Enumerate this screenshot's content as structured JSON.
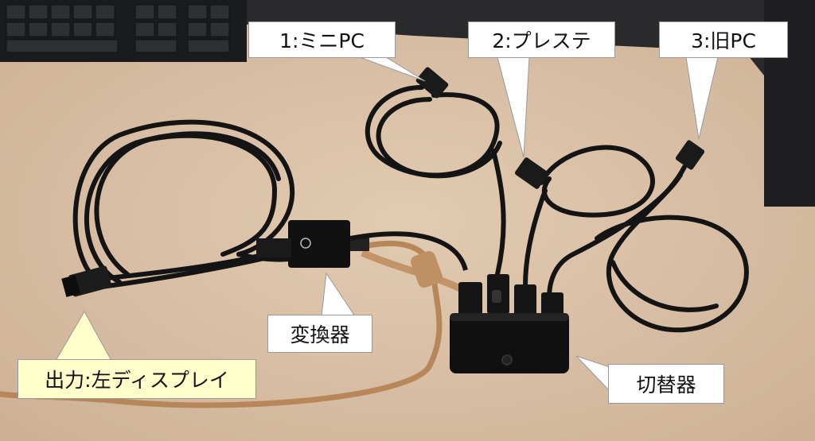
{
  "labels": {
    "mini_pc": "1:ミニPC",
    "playstation": "2:プレステ",
    "old_pc": "3:旧PC",
    "converter": "変換器",
    "switcher": "切替器",
    "output": "出力:左ディスプレイ"
  },
  "colors": {
    "desk": "#d9c0a6",
    "cable": "#141414",
    "callout_fill": "#ffffff",
    "output_fill": "#ffffcc"
  }
}
